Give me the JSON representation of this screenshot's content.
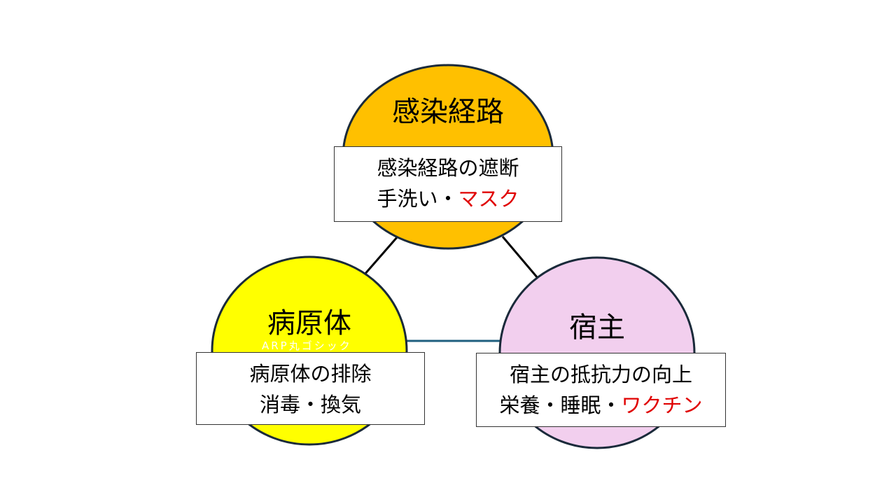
{
  "top": {
    "title": "感染経路",
    "line1": "感染経路の遮断",
    "line2a": "手洗い・",
    "line2b": "マスク"
  },
  "left": {
    "title": "病原体",
    "line1": "病原体の排除",
    "line2": "消毒・換気",
    "watermark": "ARP丸ゴシック"
  },
  "right": {
    "title": "宿主",
    "line1": "宿主の抵抗力の向上",
    "line2a": "栄養・睡眠・",
    "line2b": "ワクチン"
  },
  "colors": {
    "top": "#ffc000",
    "left": "#ffff00",
    "right": "#f2cfee",
    "highlight": "#e00000"
  }
}
